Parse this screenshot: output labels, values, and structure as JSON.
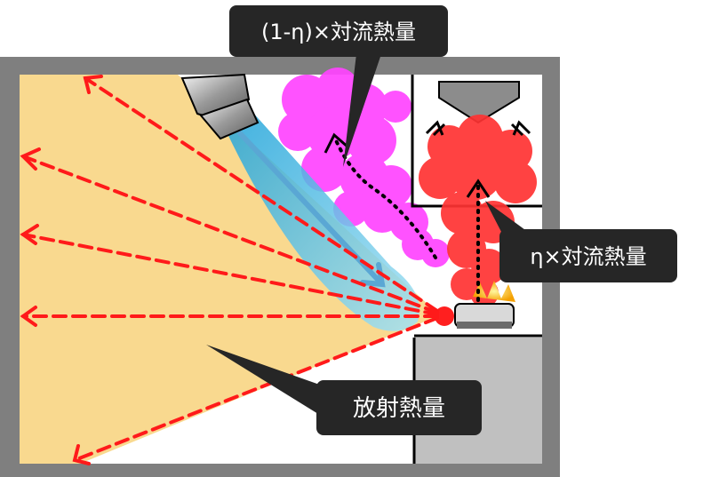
{
  "callouts": {
    "partial_convection": "(1-η)×対流熱量",
    "eta_convection": "η×対流熱量",
    "radiation": "放射熱量"
  },
  "colors": {
    "wall": "#7f7f7f",
    "radiation_zone": "#f9d98f",
    "arrow": "#ff0000",
    "hood_smoke": "#ff3333",
    "escaping_smoke": "#ff33ff",
    "air_jet": "#5ecbe8",
    "callout_bg": "#262626",
    "callout_text": "#ffffff",
    "floor_block": "#c0c0c0"
  }
}
